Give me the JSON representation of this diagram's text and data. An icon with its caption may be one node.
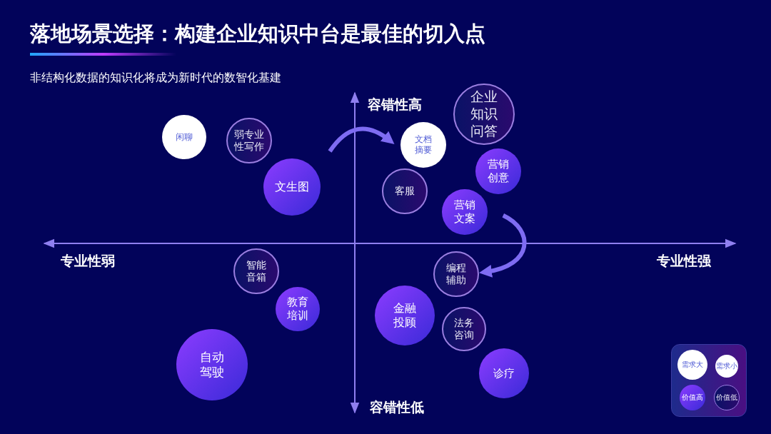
{
  "diagram": {
    "title": "落地场景选择：构建企业知识中台是最佳的切入点",
    "nodes": [
      {
        "text": [
          "闲聊"
        ]
      },
      {
        "text": [
          "弱专业性写作"
        ]
      },
      {
        "text": [
          "文档摘要"
        ]
      },
      {
        "text": [
          "企业知识问答"
        ]
      },
      {
        "text": [
          "营销创意"
        ]
      },
      {
        "text": [
          "文生图"
        ]
      },
      {
        "text": [
          "客服"
        ]
      },
      {
        "text": [
          "营销文案"
        ]
      },
      {
        "text": [
          "智能音箱"
        ]
      },
      {
        "text": [
          "编程辅助"
        ]
      },
      {
        "text": [
          "教育培训"
        ]
      },
      {
        "text": [
          "金融投顾"
        ]
      },
      {
        "text": [
          "法务咨询"
        ]
      },
      {
        "text": [
          "自动驾驶"
        ]
      },
      {
        "text": [
          "诊疗"
        ]
      }
    ],
    "edges": [
      {
        "from": null,
        "to": 2,
        "arrow": "to"
      },
      {
        "from": 7,
        "to": 9,
        "arrow": "to"
      }
    ],
    "labels": [
      "非结构化数据的知识化将成为新时代的数智化基建",
      "容错性高",
      "专业性弱",
      "专业性强",
      "容错性低"
    ],
    "legend": [
      {
        "text": "需求大"
      },
      {
        "text": "需求小"
      },
      {
        "text": "价值高"
      },
      {
        "text": "价值低"
      }
    ]
  }
}
